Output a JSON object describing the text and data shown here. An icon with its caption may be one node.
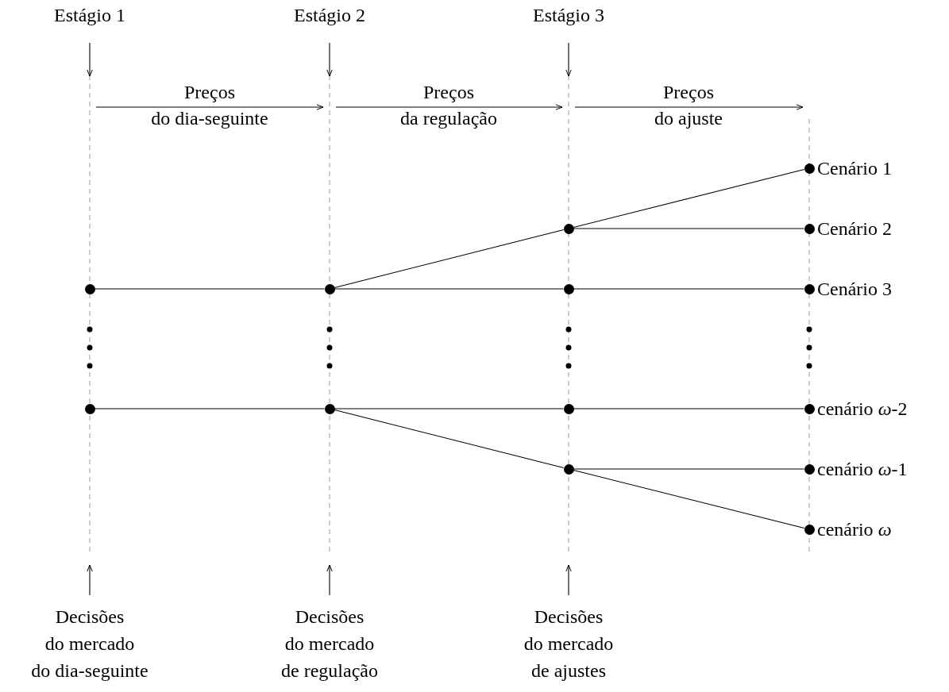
{
  "diagram": {
    "nodes": [
      {
        "text": [],
        "shape": "circle",
        "beside": [
          "Cenário 1"
        ]
      },
      {
        "text": [],
        "shape": "circle"
      },
      {
        "text": [],
        "shape": "circle",
        "beside": [
          "Cenário 2"
        ]
      },
      {
        "text": [],
        "shape": "circle"
      },
      {
        "text": [],
        "shape": "circle"
      },
      {
        "text": [],
        "shape": "circle"
      },
      {
        "text": [],
        "shape": "circle",
        "beside": [
          "Cenário 3"
        ]
      },
      {
        "text": [],
        "shape": "circle"
      },
      {
        "text": [],
        "shape": "circle"
      },
      {
        "text": [],
        "shape": "circle"
      },
      {
        "text": [],
        "shape": "circle",
        "beside": [
          "cenário *ω*-2"
        ]
      },
      {
        "text": [],
        "shape": "circle"
      },
      {
        "text": [],
        "shape": "circle",
        "beside": [
          "cenário *ω*-1"
        ]
      },
      {
        "text": [],
        "shape": "circle",
        "beside": [
          "cenário *ω*"
        ]
      },
      {
        "text": [
          "Estágio 1"
        ]
      },
      {
        "text": [
          "Estágio 2"
        ]
      },
      {
        "text": [
          "Estágio 3"
        ]
      },
      {
        "text": [
          "Decisões",
          "do mercado",
          "do dia-seguinte"
        ]
      },
      {
        "text": [
          "Decisões",
          "do mercado",
          "de regulação"
        ]
      },
      {
        "text": [
          "Decisões",
          "do mercado",
          "de ajustes"
        ]
      }
    ],
    "edges": [
      {
        "from": 3,
        "to": 4,
        "arrow": "none"
      },
      {
        "from": 4,
        "to": 1,
        "arrow": "none"
      },
      {
        "from": 1,
        "to": 0,
        "arrow": "none"
      },
      {
        "from": 1,
        "to": 2,
        "arrow": "none"
      },
      {
        "from": 4,
        "to": 5,
        "arrow": "none"
      },
      {
        "from": 5,
        "to": 6,
        "arrow": "none"
      },
      {
        "from": 7,
        "to": 8,
        "arrow": "none"
      },
      {
        "from": 8,
        "to": 9,
        "arrow": "none"
      },
      {
        "from": 9,
        "to": 10,
        "arrow": "none"
      },
      {
        "from": 8,
        "to": 11,
        "arrow": "none"
      },
      {
        "from": 11,
        "to": 12,
        "arrow": "none"
      },
      {
        "from": 11,
        "to": 13,
        "arrow": "none"
      },
      {
        "from": 14,
        "to": null,
        "arrow": "to"
      },
      {
        "from": 15,
        "to": null,
        "arrow": "to"
      },
      {
        "from": 16,
        "to": null,
        "arrow": "to"
      },
      {
        "from": 17,
        "to": null,
        "arrow": "to"
      },
      {
        "from": 18,
        "to": null,
        "arrow": "to"
      },
      {
        "from": 19,
        "to": null,
        "arrow": "to"
      }
    ],
    "labels": [
      "Preços",
      "do dia-seguinte",
      "Preços",
      "da regulação",
      "Preços",
      "do ajuste"
    ]
  }
}
